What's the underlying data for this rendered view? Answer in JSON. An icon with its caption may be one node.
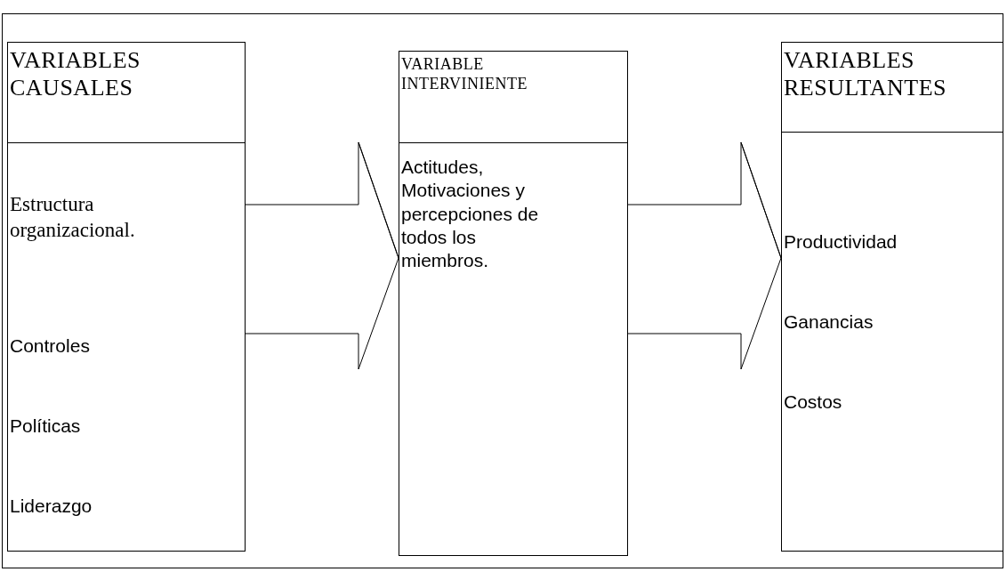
{
  "diagram": {
    "nodes": [
      {
        "text": [
          "VARIABLES CAUSALES",
          "Estructura organizacional.",
          "Controles",
          "Políticas",
          "Liderazgo"
        ]
      },
      {
        "text": [
          "VARIABLE INTERVINIENTE",
          "Actitudes, Motivaciones y percepciones de todos los miembros."
        ]
      },
      {
        "text": [
          "VARIABLES RESULTANTES",
          "Productividad",
          "Ganancias",
          "Costos"
        ]
      }
    ],
    "edges": [
      {
        "from": 0,
        "to": 1,
        "arrow": "to"
      },
      {
        "from": 1,
        "to": 2,
        "arrow": "to"
      }
    ]
  }
}
